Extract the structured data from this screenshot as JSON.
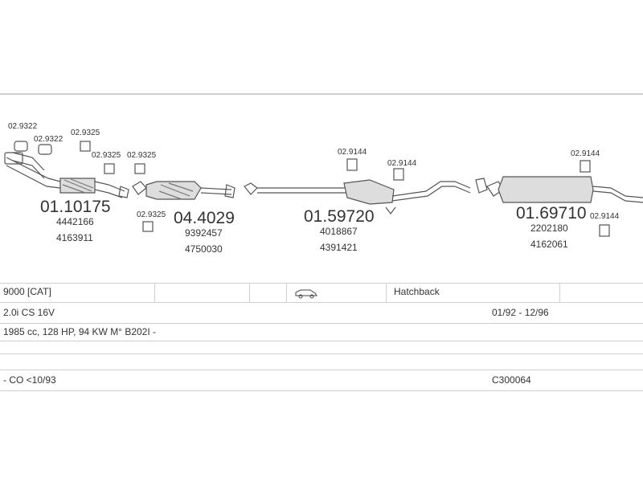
{
  "colors": {
    "line": "#cfcfcf",
    "part": "#555555",
    "text": "#333333"
  },
  "parts": {
    "gasket_1": "02.9322",
    "gasket_2": "02.9322",
    "clamp_1": "02.9325",
    "clamp_2": "02.9325",
    "clamp_3": "02.9325",
    "clamp_4": "02.9325",
    "front_pipe": {
      "code": "01.10175",
      "refs": [
        "4442166",
        "4163911"
      ]
    },
    "catalyst": {
      "code": "04.4029",
      "refs": [
        "9392457",
        "4750030"
      ]
    },
    "middle_box": {
      "code": "01.59720",
      "refs": [
        "4018867",
        "4391421"
      ]
    },
    "rear_box": {
      "code": "01.69710",
      "refs": [
        "2202180",
        "4162061"
      ]
    },
    "mount_1": "02.9144",
    "mount_2": "02.9144",
    "mount_3": "02.9144",
    "mount_4": "02.9144"
  },
  "vehicle": {
    "model": "9000  [CAT]",
    "body_icon": "car-hatchback-icon",
    "body_type": "Hatchback",
    "engine": "2.0i CS 16V",
    "years": "01/92 - 12/96",
    "spec": "1985 cc, 128 HP, 94 KW M° B202I -",
    "note": "- CO <10/93",
    "code": "C300064"
  }
}
